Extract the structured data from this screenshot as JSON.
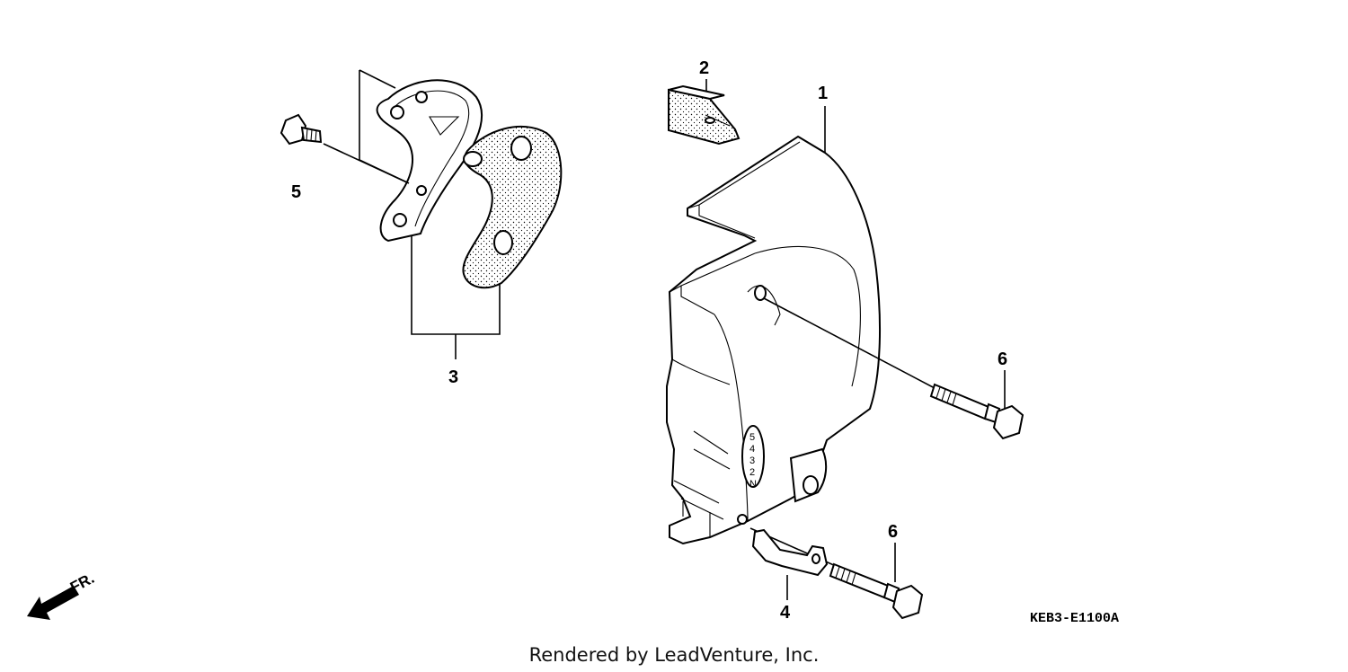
{
  "diagram": {
    "callouts": {
      "p1": "1",
      "p2": "2",
      "p3": "3",
      "p4": "4",
      "p5": "5",
      "p6a": "6",
      "p6b": "6"
    },
    "gear_marks": [
      "5",
      "4",
      "3",
      "2",
      "N"
    ],
    "direction_label": "FR.",
    "diagram_code": "KEB3-E1100A",
    "footer": "Rendered by LeadVenture, Inc."
  },
  "colors": {
    "line": "#000000",
    "background": "#ffffff"
  },
  "icons": [
    "front-direction-arrow-icon"
  ]
}
